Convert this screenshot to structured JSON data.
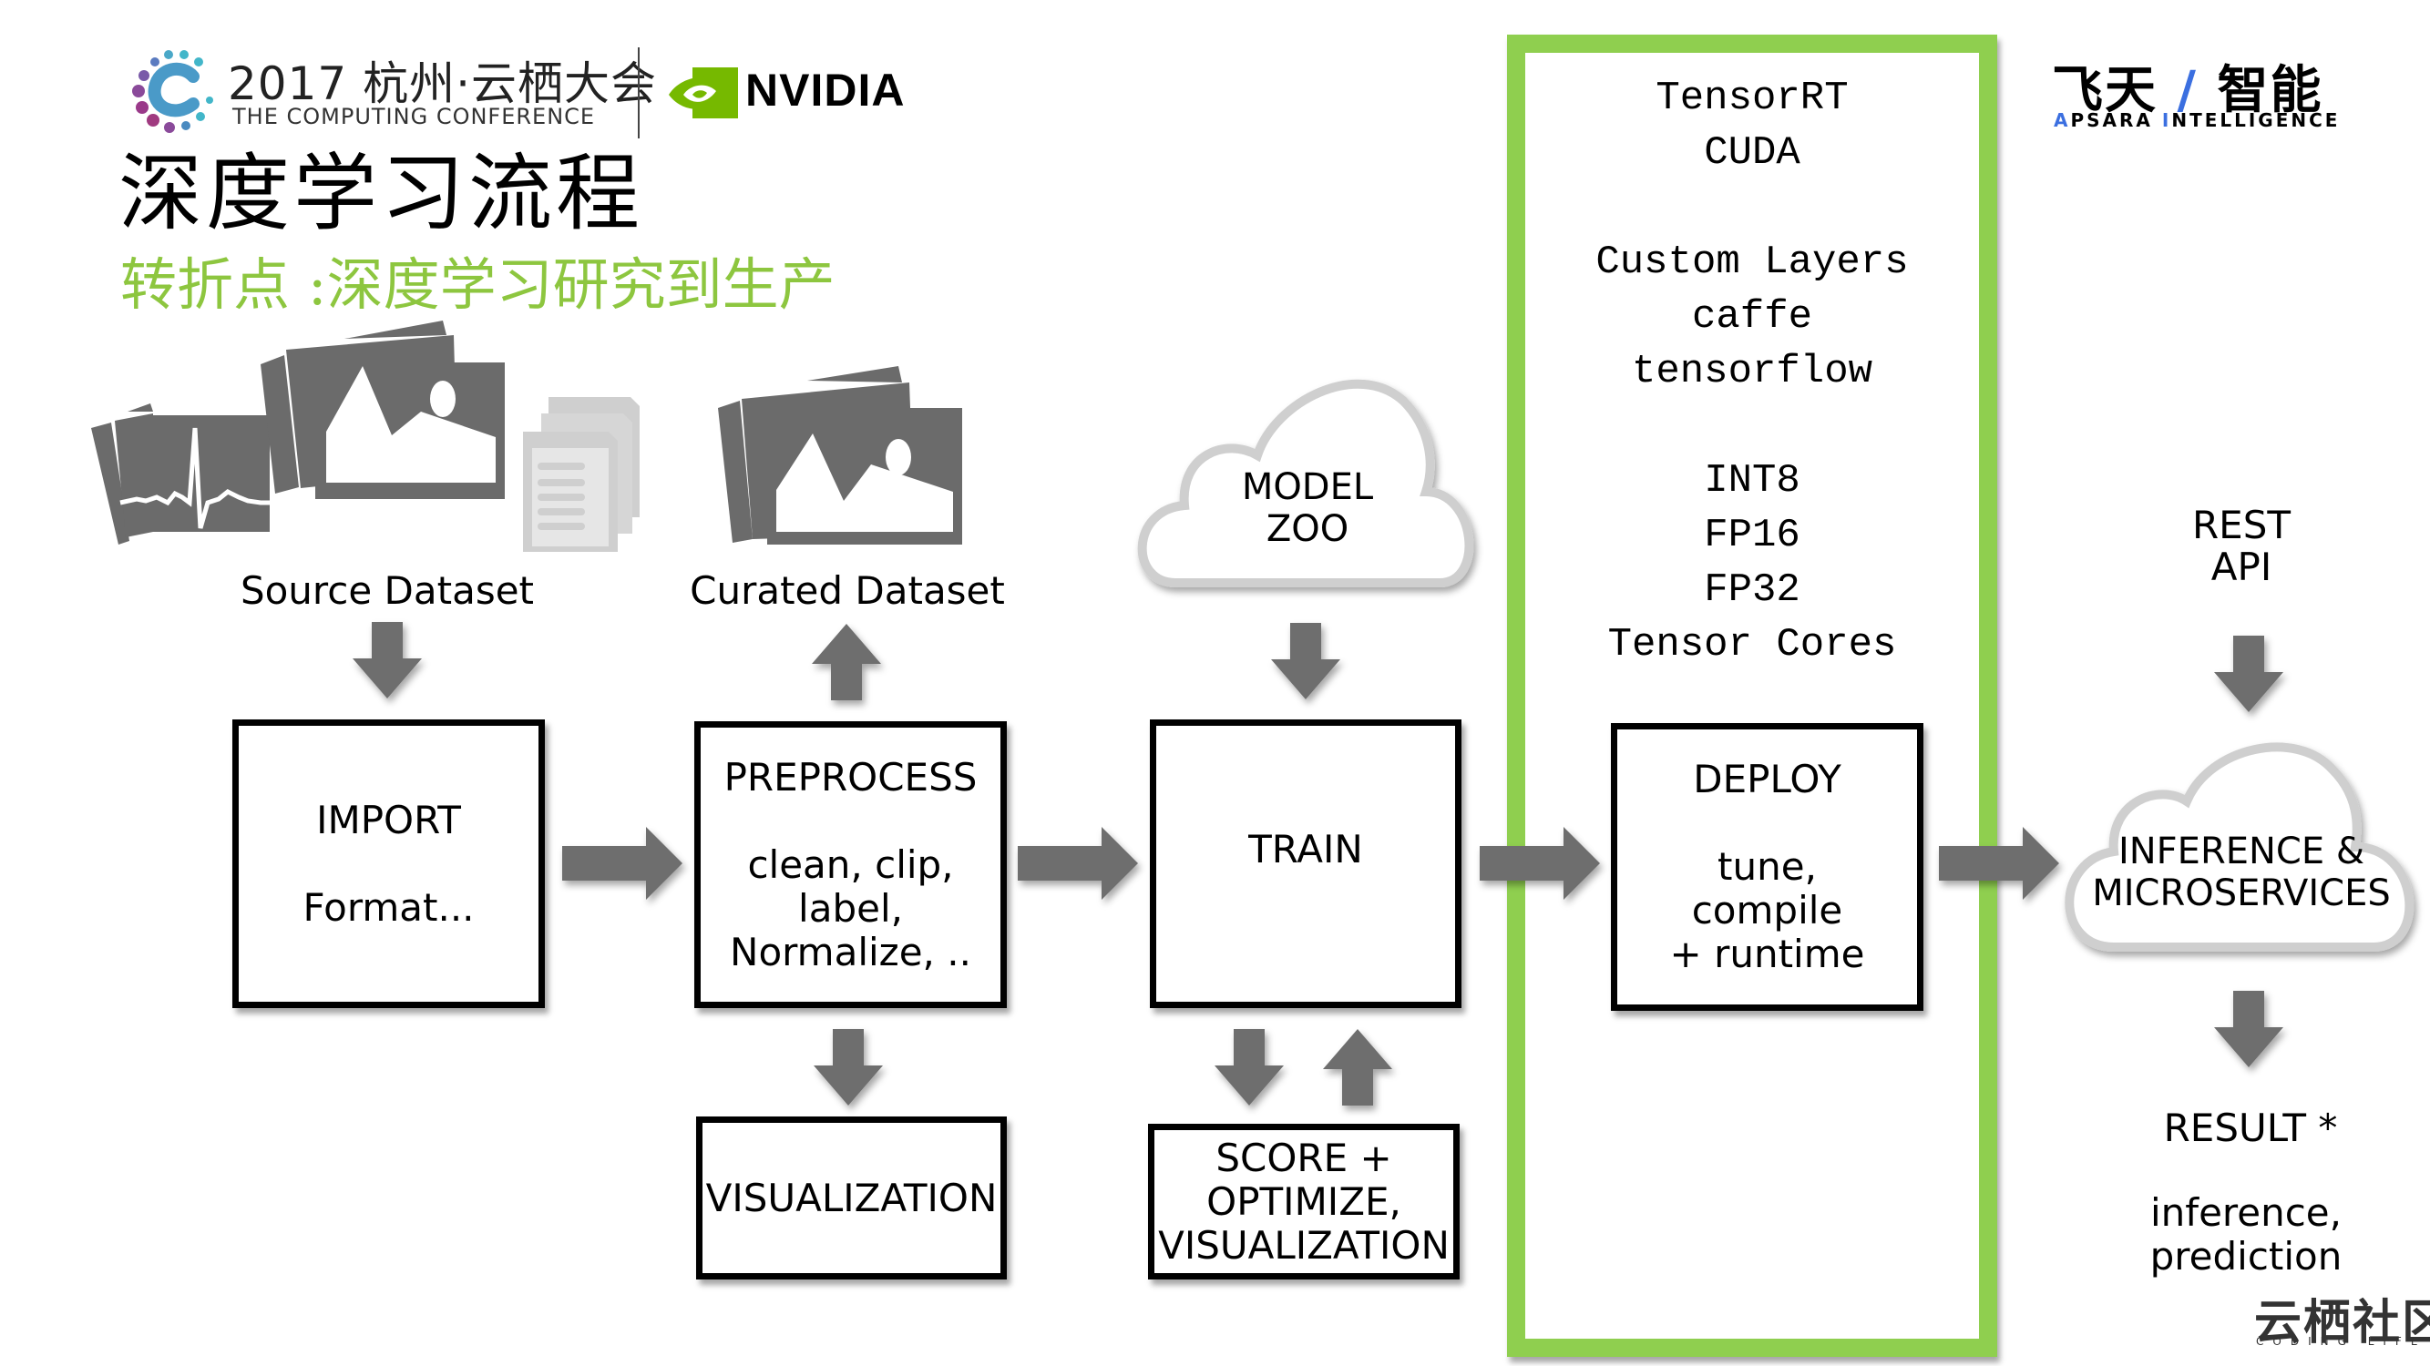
{
  "header": {
    "conference_year_title": "2017 杭州·云栖大会",
    "conference_subtitle": "THE COMPUTING CONFERENCE",
    "partner_logo": "NVIDIA",
    "page_title": "深度学习流程",
    "page_subtitle": "转折点 :深度学习研究到生产",
    "apsara_logo_cn": "飞天 / 智能",
    "apsara_logo_en": "APSARA INTELLIGENCE"
  },
  "datasets": {
    "source_label": "Source Dataset",
    "curated_label": "Curated Dataset",
    "source_icons": [
      "ecg-stack-icon",
      "image-stack-icon",
      "document-stack-icon"
    ],
    "curated_icons": [
      "image-stack-icon"
    ]
  },
  "stages": {
    "import": {
      "title": "IMPORT",
      "detail": "Format..."
    },
    "preprocess": {
      "title": "PREPROCESS",
      "detail_lines": [
        "clean, clip,",
        "label,",
        "Normalize, .."
      ]
    },
    "train": {
      "title": "TRAIN"
    },
    "deploy": {
      "title": "DEPLOY",
      "detail_lines": [
        "tune,",
        "compile",
        "+ runtime"
      ]
    },
    "visualization": {
      "title": "VISUALIZATION"
    },
    "score": {
      "lines": [
        "SCORE +",
        "OPTIMIZE,",
        "VISUALIZATION"
      ]
    }
  },
  "model_zoo": {
    "lines": [
      "MODEL",
      "ZOO"
    ]
  },
  "tensorrt_panel": {
    "accent_color": "#8fcf4f",
    "lines": [
      "TensorRT",
      "CUDA",
      "",
      "Custom Layers",
      "caffe",
      "tensorflow",
      "",
      "INT8",
      "FP16",
      "FP32",
      "Tensor Cores"
    ]
  },
  "inference": {
    "rest_lines": [
      "REST",
      "API"
    ],
    "cloud_lines": [
      "INFERENCE &",
      "MICROSERVICES"
    ],
    "result_label": "RESULT *",
    "result_lines": [
      "inference,",
      "prediction"
    ]
  },
  "footer": {
    "brand_cn": "云栖社区",
    "brand_en": "CODING LIFE"
  },
  "colors": {
    "arrow": "#6e6e6e",
    "green": "#8fcf4f",
    "subtitle_green": "#8dc63f",
    "blue_accent": "#3b6fe0"
  }
}
